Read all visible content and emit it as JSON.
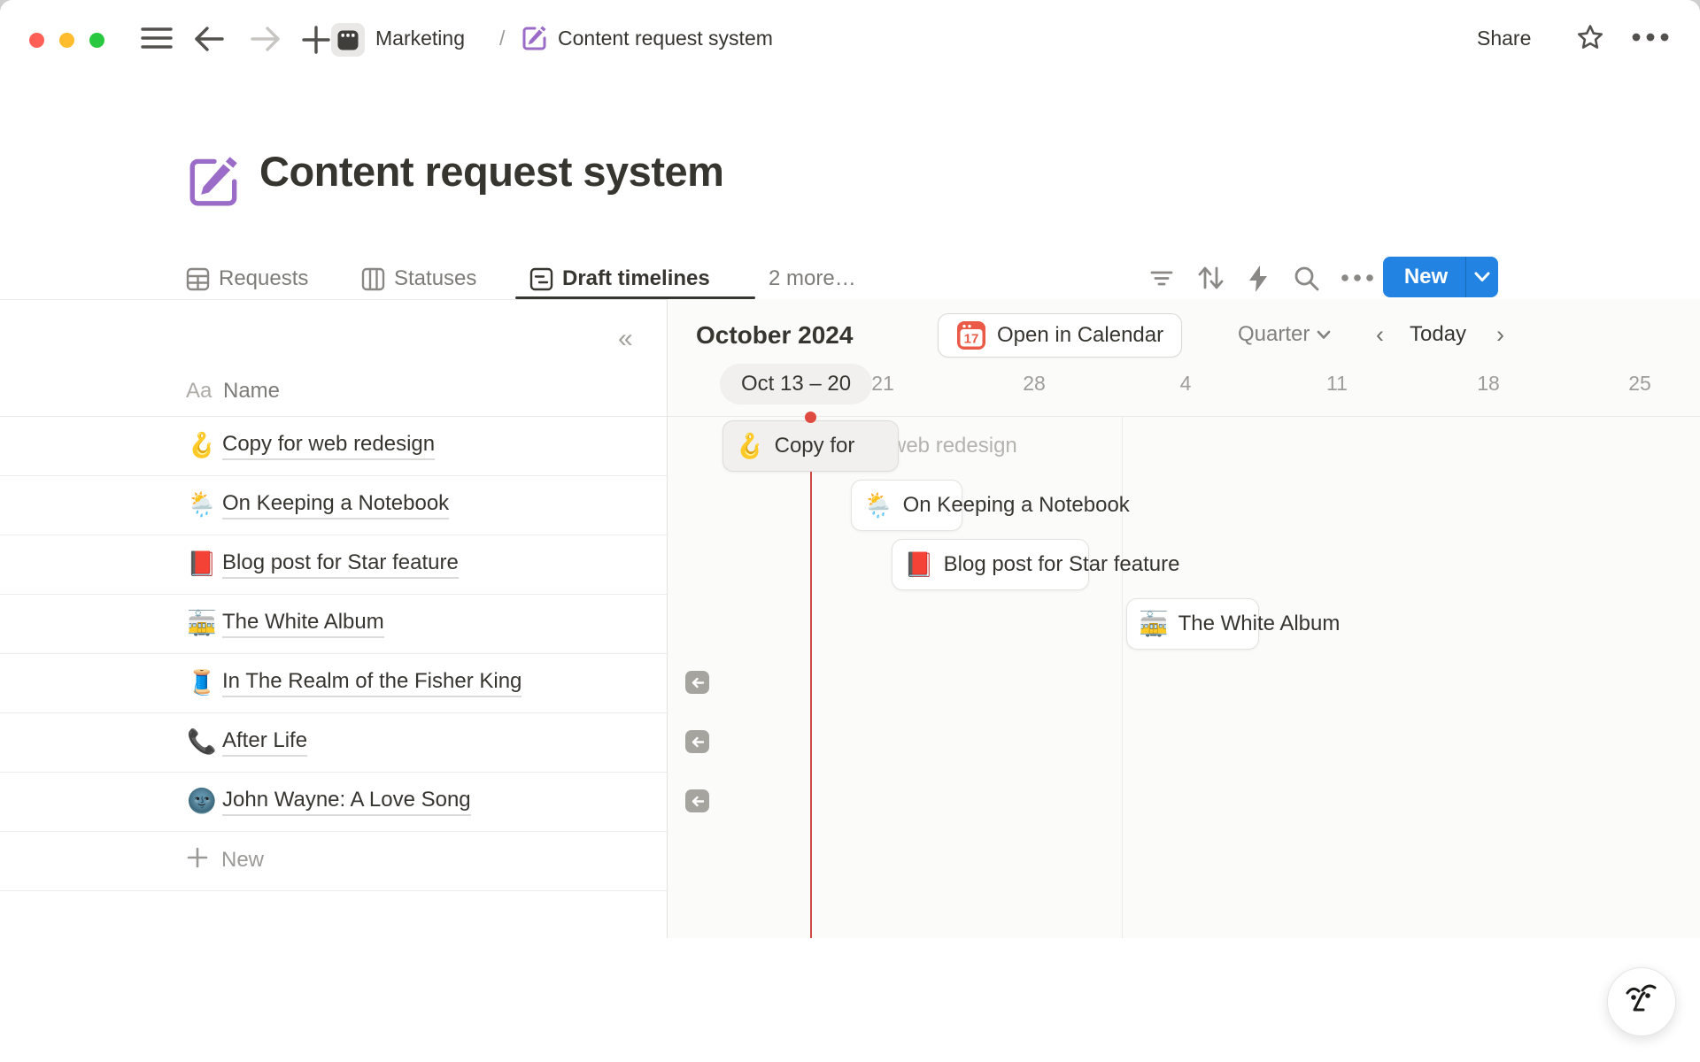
{
  "topbar": {
    "workspace": "Marketing",
    "separator": "/",
    "page": "Content request system",
    "share_label": "Share"
  },
  "page": {
    "title": "Content request system"
  },
  "tabs": {
    "items": [
      {
        "label": "Requests"
      },
      {
        "label": "Statuses"
      },
      {
        "label": "Draft timelines"
      }
    ],
    "more_label": "2 more…"
  },
  "toolbar": {
    "new_label": "New"
  },
  "list": {
    "header": {
      "type_badge": "Aa",
      "label": "Name"
    },
    "rows": [
      {
        "emoji": "🪝",
        "title": "Copy for web redesign"
      },
      {
        "emoji": "🌦️",
        "title": "On Keeping a Notebook"
      },
      {
        "emoji": "📕",
        "title": "Blog post for Star feature"
      },
      {
        "emoji": "🚋",
        "title": "The White Album"
      },
      {
        "emoji": "🧵",
        "title": "In The Realm of the Fisher King"
      },
      {
        "emoji": "📞",
        "title": "After Life"
      },
      {
        "emoji": "🌚",
        "title": "John Wayne: A Love Song"
      }
    ],
    "new_label": "New"
  },
  "timeline": {
    "month": "October 2024",
    "open_in_calendar": "Open in Calendar",
    "calendar_day": "17",
    "zoom_level": "Quarter",
    "today_label": "Today",
    "prev": "‹",
    "next": "›",
    "range_pill": "Oct 13 – 20",
    "ticks": [
      "21",
      "28",
      "4",
      "11",
      "18",
      "25"
    ],
    "bars": [
      {
        "emoji": "🪝",
        "label": "Copy for",
        "ghost": "web redesign"
      },
      {
        "emoji": "🌦️",
        "label": "On Keeping a Notebook",
        "ghost": ""
      },
      {
        "emoji": "📕",
        "label": "Blog post for Star feature",
        "ghost": ""
      },
      {
        "emoji": "🚋",
        "label": "The White Album",
        "ghost": ""
      }
    ]
  },
  "colors": {
    "accent_blue": "#2383e2",
    "today_red": "#df4b41",
    "page_icon_purple": "#9a6bc7",
    "calendar_red": "#ea5a47",
    "text_dark": "#37352f",
    "text_gray": "#9b9a97"
  }
}
